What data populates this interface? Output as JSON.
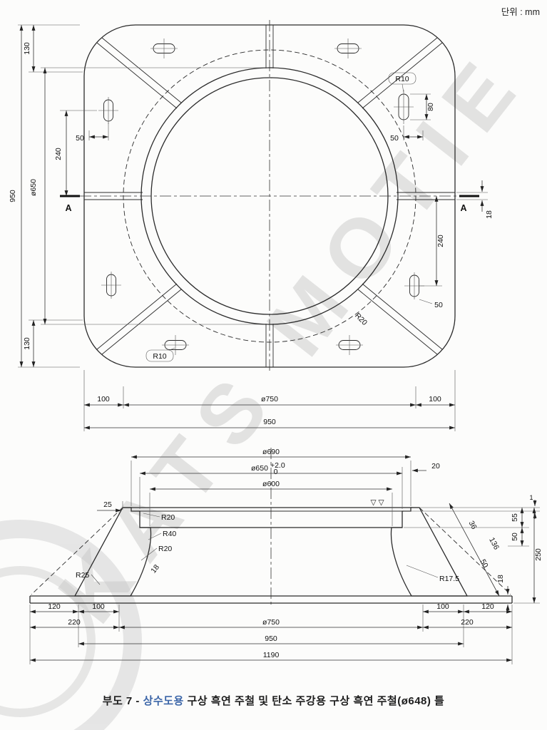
{
  "page": {
    "unit_label": "단위 : mm",
    "watermark_text": "KATS MOTIE",
    "caption": {
      "prefix": "부도 7 - ",
      "highlight": "상수도용",
      "rest": " 구상 흑연 주철 및 탄소 주강용 구상 흑연 주철(ø648) 틀"
    },
    "colors": {
      "caption_highlight": "#3c66a8",
      "line": "#2b2b2b"
    }
  },
  "plan": {
    "overall_height_left": "950",
    "corner_offset_top": "130",
    "corner_offset_bottom": "130",
    "opening_dia": "ø650",
    "bolt_pitch_left": "240",
    "bolt_edge_left": "50",
    "slot_radius_tr": "R10",
    "slot_length_tr": "80",
    "slot_edge_tr": "50",
    "section_mark_left": "A",
    "section_mark_right": "A",
    "rib_thickness": "18",
    "bolt_pitch_right": "240",
    "bolt_edge_br": "50",
    "slot_radius_bl": "R10",
    "rib_fillet": "R20",
    "flange_margin_left": "100",
    "flange_dia": "ø750",
    "flange_margin_right": "100",
    "overall_width_bottom": "950"
  },
  "section": {
    "dia_690": "ø690",
    "dia_650": "ø650",
    "dia_650_tol_upper": "+2.0",
    "dia_650_tol_lower": "0",
    "dia_600": "ø600",
    "rim_step": "20",
    "rim_edge": "25",
    "fillet_r20_top": "R20",
    "fillet_r40": "R40",
    "fillet_r20_lower": "R20",
    "fillet_r25": "R25",
    "wall_thickness": "18",
    "fillet_r17_5": "R17.5",
    "slope_dim_a": "36",
    "slope_dim_b": "136",
    "slope_dim_c": "50",
    "step_one": "1",
    "seat_depth": "55",
    "seat_step": "50",
    "overall_height": "250",
    "flange_thickness": "18",
    "finish_marks": "▽ ▽",
    "b_120_l": "120",
    "b_100_l": "100",
    "b_220_l": "220",
    "b_dia_750": "ø750",
    "b_100_r": "100",
    "b_120_r": "120",
    "b_220_r": "220",
    "b_950": "950",
    "b_1190": "1190"
  }
}
